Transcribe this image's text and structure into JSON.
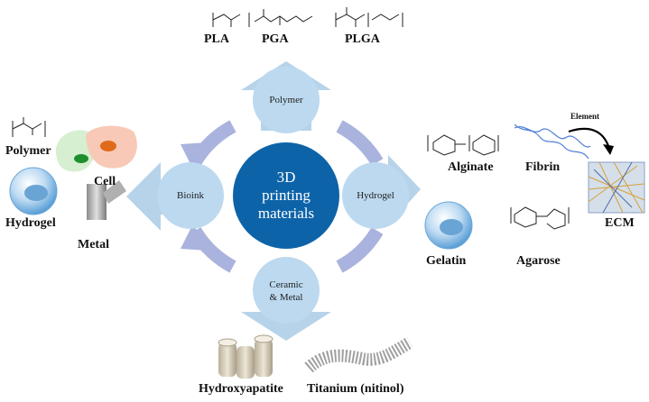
{
  "center": {
    "line1": "3D",
    "line2": "printing",
    "line3": "materials"
  },
  "nodes": {
    "polymer": "Polymer",
    "hydrogel": "Hydrogel",
    "bioink": "Bioink",
    "ceramic_metal_1": "Ceramic",
    "ceramic_metal_2": "& Metal"
  },
  "top": {
    "pla": "PLA",
    "pga": "PGA",
    "plga": "PLGA"
  },
  "left": {
    "polymer": "Polymer",
    "cell": "Cell",
    "hydrogel": "Hydrogel",
    "metal": "Metal"
  },
  "right": {
    "alginate": "Alginate",
    "fibrin": "Fibrin",
    "element": "Element",
    "ecm": "ECM",
    "gelatin": "Gelatin",
    "agarose": "Agarose"
  },
  "bottom": {
    "hydroxyapatite": "Hydroxyapatite",
    "titanium": "Titanium (nitinol)"
  },
  "colors": {
    "arrow_light": "#b6d3ea",
    "ring": "#a9b3dd",
    "center": "#0d63a8",
    "node": "#bcd9ef"
  }
}
